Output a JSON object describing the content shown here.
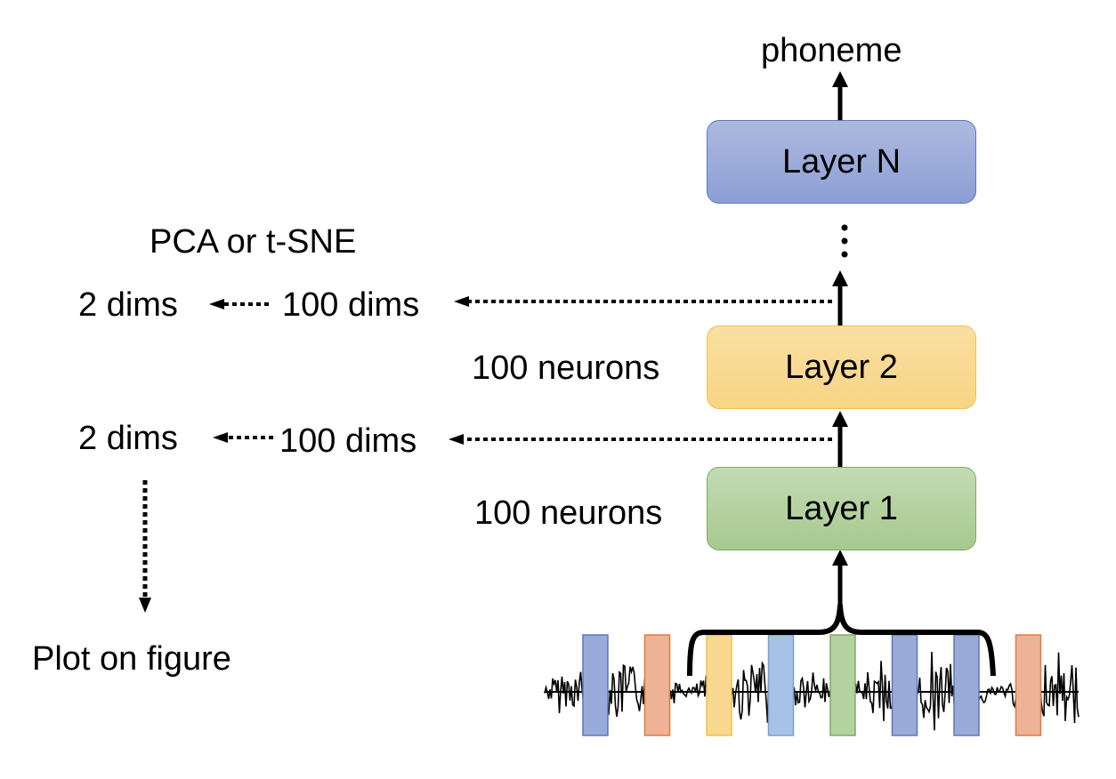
{
  "output_label": "phoneme",
  "layers": [
    {
      "id": "layer-n",
      "label": "Layer N",
      "color": "#9aabd9"
    },
    {
      "id": "layer-2",
      "label": "Layer 2",
      "color": "#f9d990",
      "neurons_label": "100 neurons"
    },
    {
      "id": "layer-1",
      "label": "Layer 1",
      "color": "#b3d29f",
      "neurons_label": "100 neurons"
    }
  ],
  "ellipsis": "⋮",
  "reduction_method": "PCA or t-SNE",
  "projections": [
    {
      "from": "100 dims",
      "to": "2 dims",
      "source_layer": "Layer 2 input"
    },
    {
      "from": "100 dims",
      "to": "2 dims",
      "source_layer": "Layer 1 output"
    }
  ],
  "final_step": "Plot on figure",
  "frames": {
    "colors": [
      "#9aabd9",
      "#eeb396",
      "#f9d990",
      "#a8c2e6",
      "#b3d29f",
      "#9aabd9",
      "#9aabd9",
      "#eeb396"
    ],
    "borders": [
      "#5a76c4",
      "#e07b3f",
      "#f2c14b",
      "#7a9ed6",
      "#7eaa62",
      "#5a76c4",
      "#5a76c4",
      "#e07b3f"
    ],
    "context_window": [
      2,
      6
    ]
  }
}
